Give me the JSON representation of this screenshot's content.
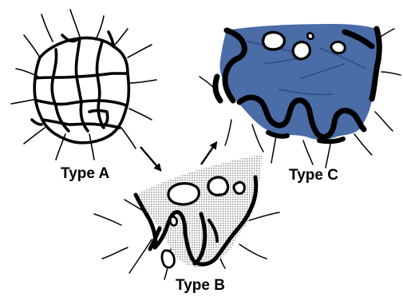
{
  "labels": {
    "type_a": "Type A",
    "type_b": "Type B",
    "type_c": "Type C"
  },
  "colors": {
    "ink": "#000000",
    "type_b_fill": "#c8c8c8",
    "type_c_fill": "#4a6da8",
    "background": "#ffffff"
  }
}
